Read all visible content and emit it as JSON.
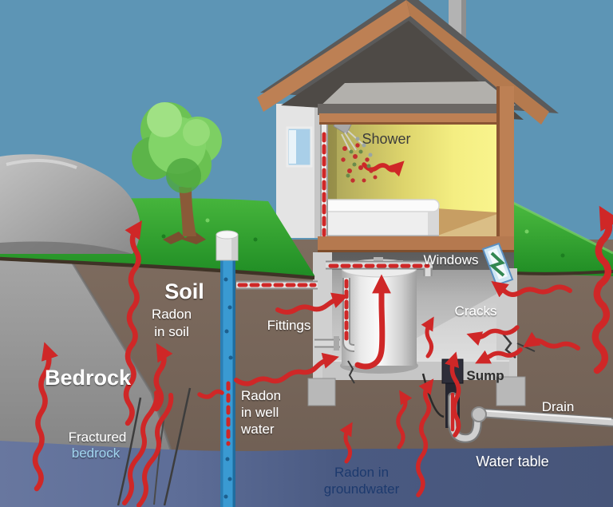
{
  "diagram": {
    "title_hint": "Radon entry pathways cutaway diagram",
    "labels": {
      "shower": "Shower",
      "windows": "Windows",
      "cracks": "Cracks",
      "fittings": "Fittings",
      "sump": "Sump",
      "drain": "Drain",
      "water_table": "Water table",
      "soil": "Soil",
      "bedrock": "Bedrock",
      "radon_in_soil": [
        "Radon",
        "in soil"
      ],
      "fractured_bedrock": [
        "Fractured",
        "bedrock"
      ],
      "radon_in_well_water": [
        "Radon",
        "in well",
        "water"
      ],
      "radon_in_groundwater": [
        "Radon in",
        "groundwater"
      ]
    },
    "colors": {
      "sky": "#5d95b5",
      "grass": "#2da32f",
      "soil": "#7b695c",
      "bedrock": "#9b9b9b",
      "water_left": "#68779f",
      "water_right": "#475579",
      "radon_arrow": "#cf2727",
      "well_water": "#3a9ad2",
      "house_trim": "#bd8054",
      "roof": "#5a5a5a",
      "room_light": "#f7f18a",
      "label_dark": "#3c3c3c",
      "label_navy": "#1d3a6e",
      "label_lightblue": "#9fd2ec"
    },
    "icons": {
      "window": "open-window-icon",
      "shower_head": "shower-head-icon",
      "well": "well-pipe-icon",
      "arrows": "radon-arrow-icon"
    }
  }
}
